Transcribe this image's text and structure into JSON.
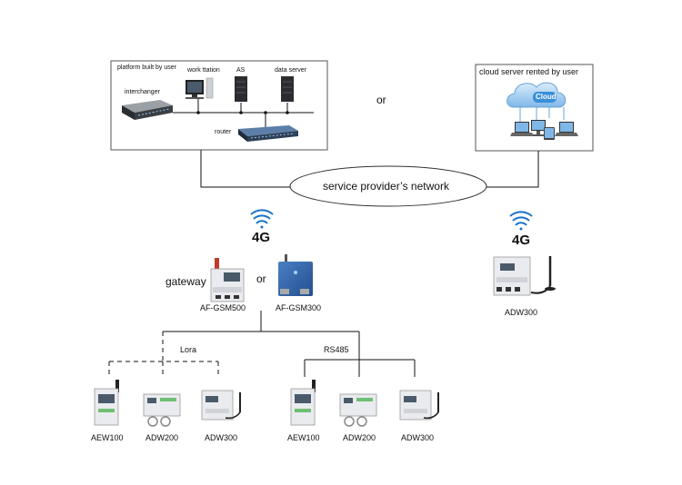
{
  "platform": {
    "title": "platform built by user",
    "workstation": "work ttation",
    "as": "AS",
    "data_server": "data server",
    "interchanger": "interchanger",
    "router": "router"
  },
  "or_top": "or",
  "cloud": {
    "title": "cloud server rented by user",
    "badge": "Cloud"
  },
  "network": "service provider’s network",
  "signal_left": "4G",
  "signal_right": "4G",
  "gateway_label": "gateway",
  "or_middle": "or",
  "gateways": [
    "AF-GSM500",
    "AF-GSM300"
  ],
  "right_device": "ADW300",
  "bus": {
    "lora": "Lora",
    "rs485": "RS485"
  },
  "left_group": [
    "AEW100",
    "ADW200",
    "ADW300"
  ],
  "right_group": [
    "AEW100",
    "ADW200",
    "ADW300"
  ],
  "colors": {
    "line": "#111111",
    "cloud_blue": "#3a8fd8",
    "wifi_blue": "#1a73c9"
  }
}
